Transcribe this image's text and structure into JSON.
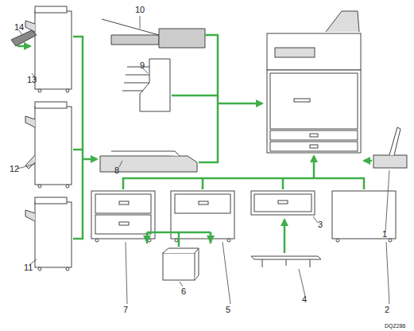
{
  "diagram": {
    "labels": [
      "14",
      "13",
      "12",
      "11",
      "10",
      "9",
      "8",
      "1",
      "7",
      "6",
      "5",
      "4",
      "3",
      "2",
      "DQZ286"
    ]
  }
}
